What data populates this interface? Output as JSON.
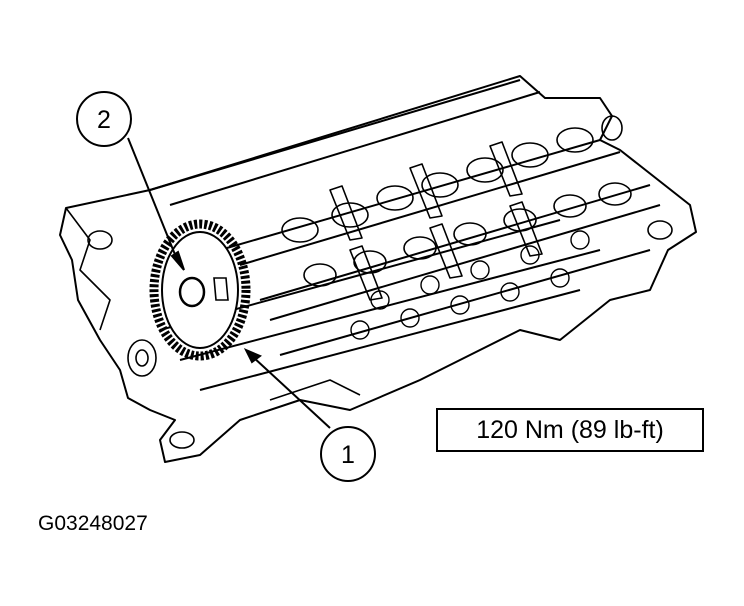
{
  "callouts": [
    {
      "id": "callout-1",
      "label": "1"
    },
    {
      "id": "callout-2",
      "label": "2"
    }
  ],
  "torque_spec": "120 Nm (89 lb-ft)",
  "figure_id": "G03248027",
  "colors": {
    "line": "#000000",
    "background": "#ffffff"
  }
}
